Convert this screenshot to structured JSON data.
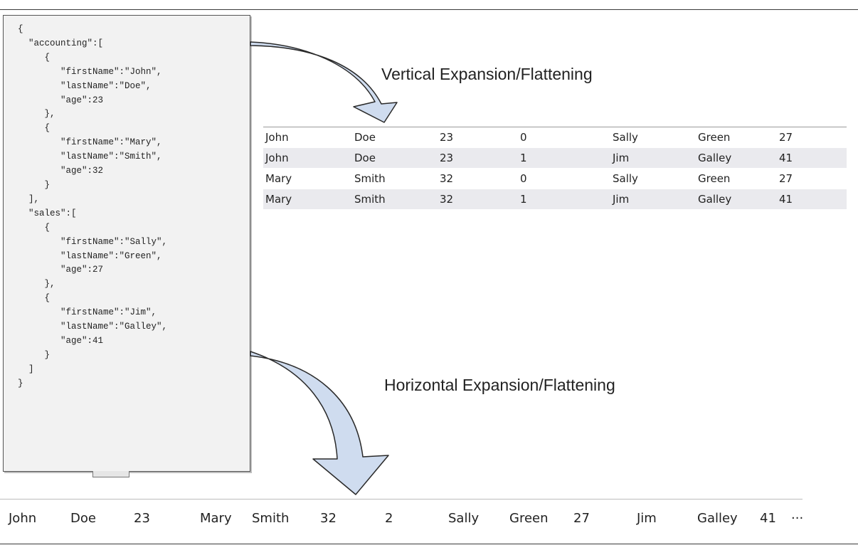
{
  "json_code": "{\n  \"accounting\":[\n     {\n        \"firstName\":\"John\",\n        \"lastName\":\"Doe\",\n        \"age\":23\n     },\n     {\n        \"firstName\":\"Mary\",\n        \"lastName\":\"Smith\",\n        \"age\":32\n     }\n  ],\n  \"sales\":[\n     {\n        \"firstName\":\"Sally\",\n        \"lastName\":\"Green\",\n        \"age\":27\n     },\n     {\n        \"firstName\":\"Jim\",\n        \"lastName\":\"Galley\",\n        \"age\":41\n     }\n  ]\n}",
  "vertical_title": "Vertical Expansion/Flattening",
  "horizontal_title": "Horizontal Expansion/Flattening",
  "vertical_rows": [
    [
      "John",
      "Doe",
      "23",
      "0",
      "Sally",
      "Green",
      "27"
    ],
    [
      "John",
      "Doe",
      "23",
      "1",
      "Jim",
      "Galley",
      "41"
    ],
    [
      "Mary",
      "Smith",
      "32",
      "0",
      "Sally",
      "Green",
      "27"
    ],
    [
      "Mary",
      "Smith",
      "32",
      "1",
      "Jim",
      "Galley",
      "41"
    ]
  ],
  "horizontal_row": [
    "John",
    "Doe",
    "23",
    "Mary",
    "Smith",
    "32",
    "2",
    "Sally",
    "Green",
    "27",
    "Jim",
    "Galley",
    "41",
    "···"
  ],
  "colors": {
    "arrow_fill": "#cfdcef",
    "arrow_stroke": "#2a2a2a",
    "code_bg": "#f2f2f2",
    "row_alt": "#eaeaee"
  }
}
